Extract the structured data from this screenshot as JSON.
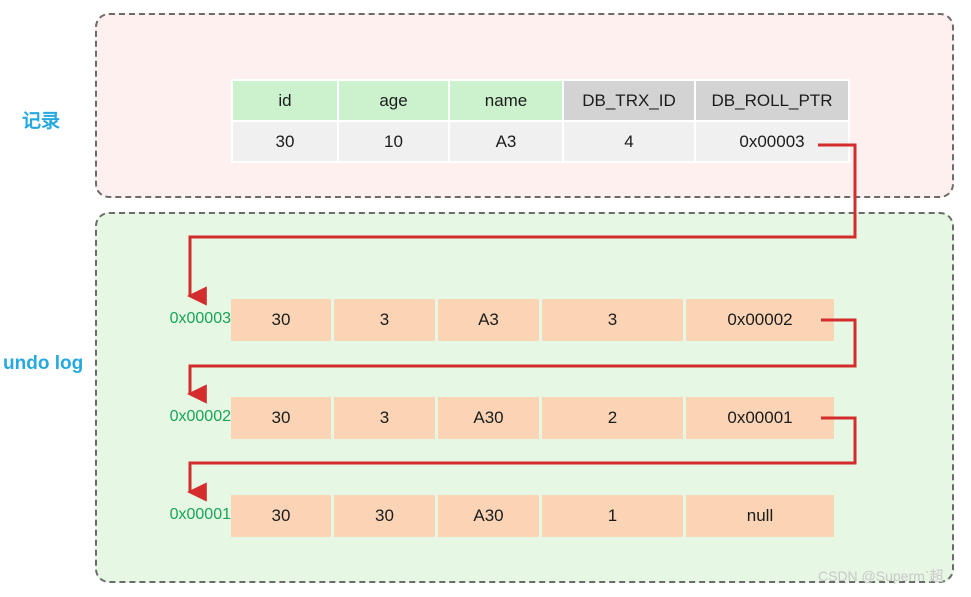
{
  "labels": {
    "record": "记录",
    "undo_log": "undo log"
  },
  "record_table": {
    "headers": [
      "id",
      "age",
      "name",
      "DB_TRX_ID",
      "DB_ROLL_PTR"
    ],
    "row": [
      "30",
      "10",
      "A3",
      "4",
      "0x00003"
    ]
  },
  "undo_log": {
    "rows": [
      {
        "tag": "0x00003",
        "cells": [
          "30",
          "3",
          "A3",
          "3",
          "0x00002"
        ]
      },
      {
        "tag": "0x00002",
        "cells": [
          "30",
          "3",
          "A30",
          "2",
          "0x00001"
        ]
      },
      {
        "tag": "0x00001",
        "cells": [
          "30",
          "30",
          "A30",
          "1",
          "null"
        ]
      }
    ]
  },
  "watermark": "CSDN @Superm`超",
  "colors": {
    "label_blue": "#27a9e0",
    "tag_green": "#18a558",
    "record_bg": "#fdf0ee",
    "undo_bg": "#e6f7e3",
    "header_key": "#ccf2cd",
    "header_sys": "#d3d3d3",
    "record_cell": "#eff0ef",
    "undo_cell": "#fad4b4",
    "arrow_red": "#d42c2c",
    "border_dash": "#6b6b6b"
  }
}
